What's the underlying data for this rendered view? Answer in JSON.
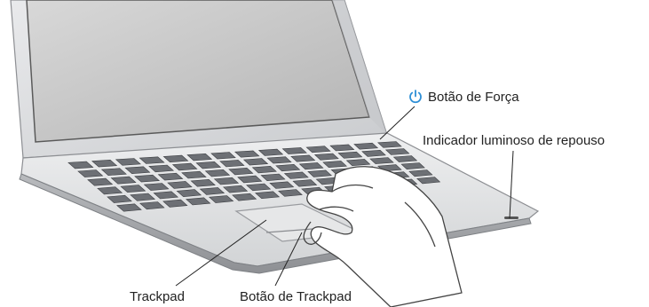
{
  "callouts": {
    "power_button": "Botão de Força",
    "sleep_indicator": "Indicador luminoso de repouso",
    "trackpad": "Trackpad",
    "trackpad_button": "Botão de Trackpad"
  },
  "icons": {
    "power": "power-icon"
  },
  "colors": {
    "power_icon": "#2e8fd6",
    "leader_lines": "#222222"
  }
}
